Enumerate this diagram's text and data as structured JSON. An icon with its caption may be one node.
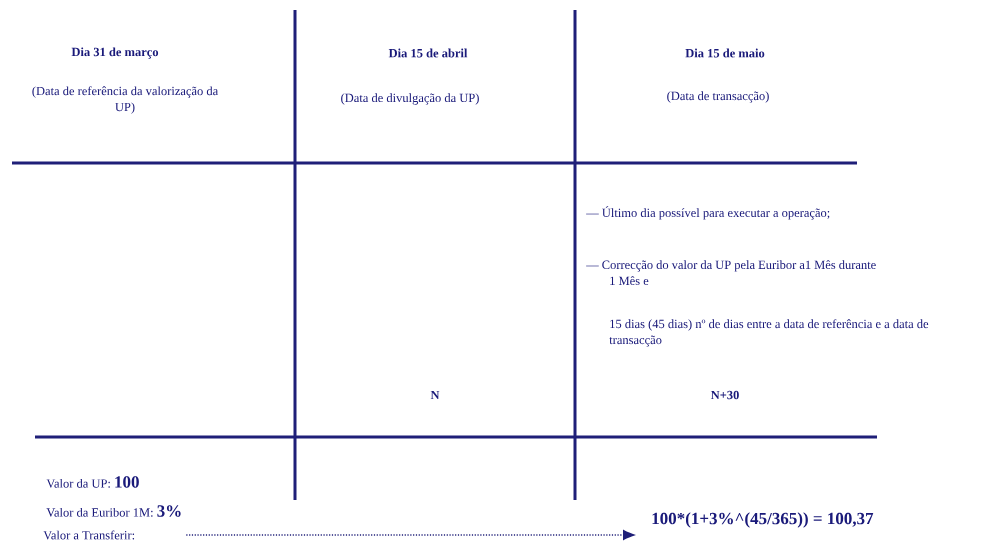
{
  "diagram": {
    "nodes": [
      {
        "text": [
          "Valor a Transferir:"
        ]
      },
      {
        "text": [
          "100*(1+3%^(45/365)) = 100,37"
        ]
      }
    ],
    "edges": [
      {
        "from": 0,
        "to": 1,
        "arrow": "to",
        "style": "dashed"
      }
    ],
    "labels": [
      "Dia 31 de março",
      "(Data de referência da valorização da UP)",
      "Dia 15 de abril",
      "(Data de divulgação da UP)",
      "Dia 15 de maio",
      "(Data de transacção)",
      "— Último dia possível para executar a operação;",
      "— Correcção do valor da UP pela Euribor a1 Mês durante 1 Mês e",
      "15 dias (45 dias) nº de dias entre a data de referência e a data de transacção",
      "N",
      "N+30",
      "Valor da UP: **100**",
      "Valor da Euribor 1M: **3%**"
    ]
  }
}
